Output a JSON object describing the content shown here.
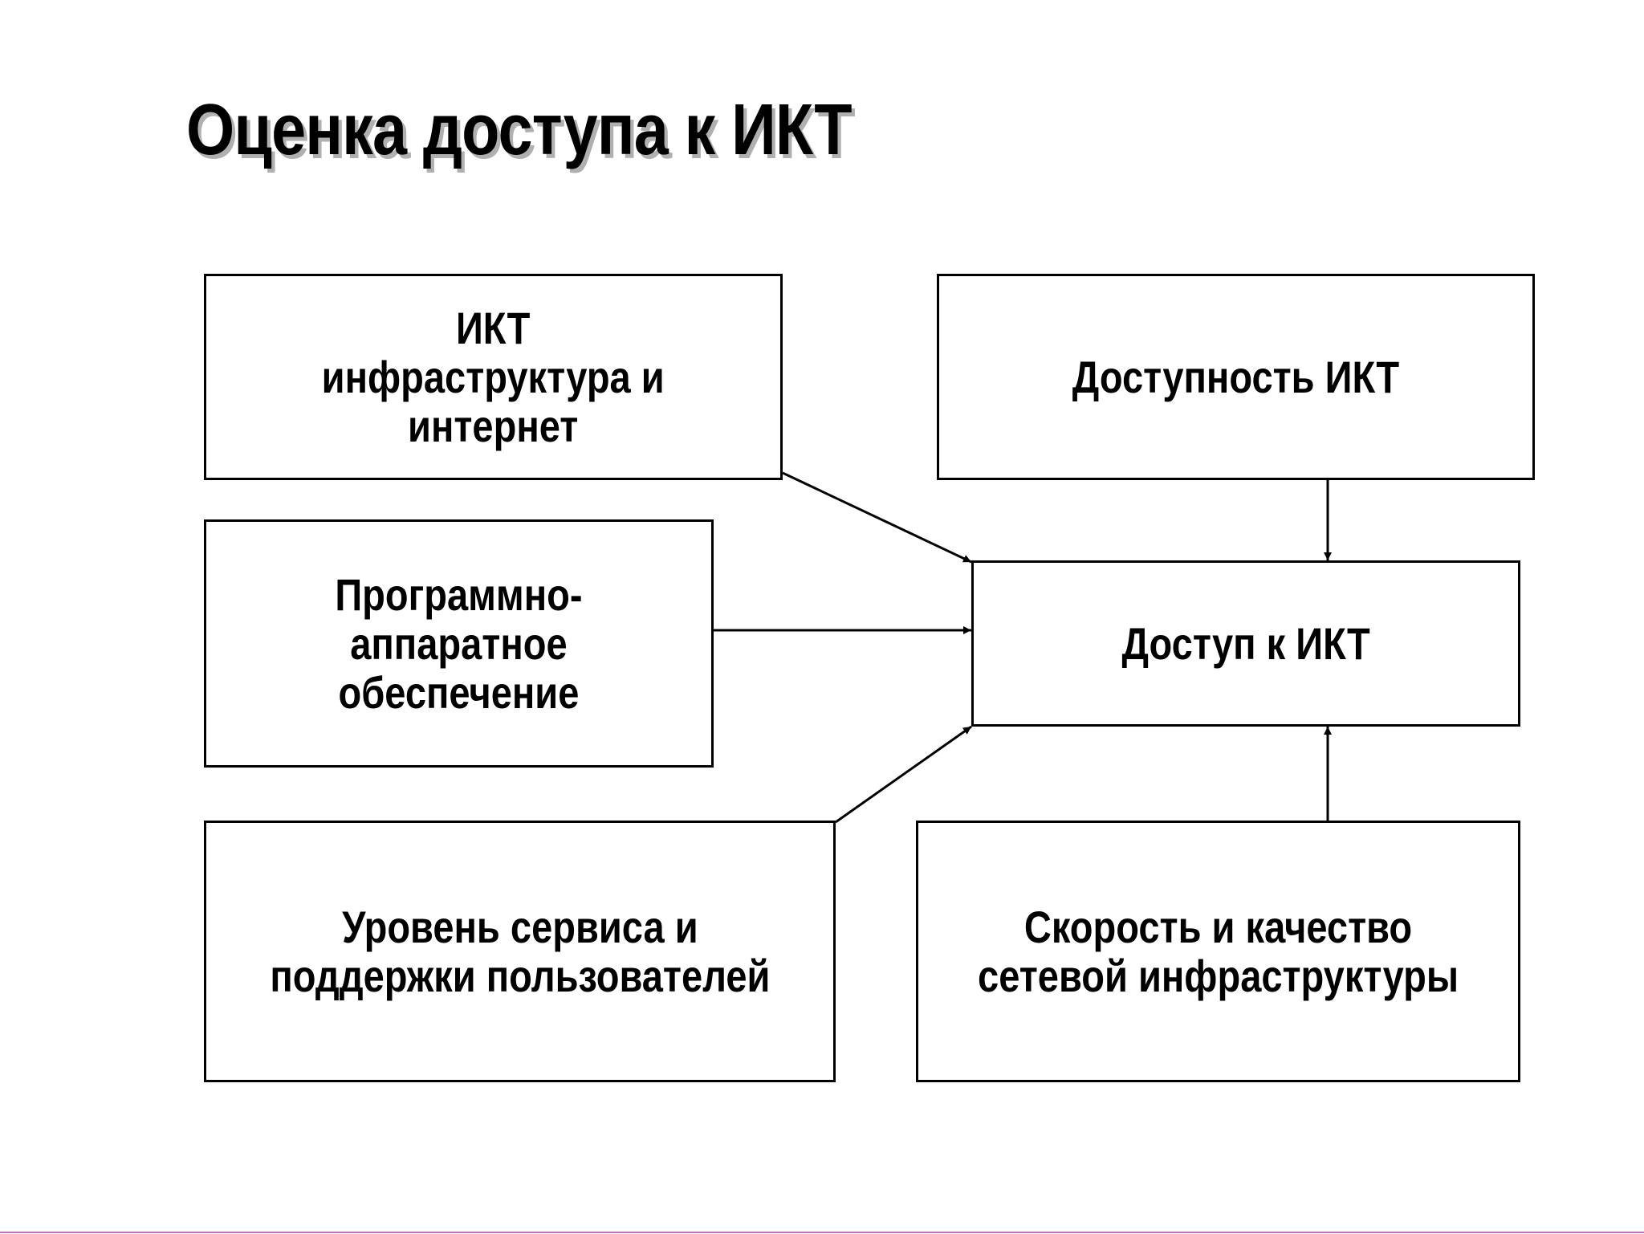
{
  "title": "Оценка доступа к ИКТ",
  "nodes": {
    "infrastructure": "ИКТ\nинфраструктура и\nинтернет",
    "affordability": "Доступность ИКТ",
    "hardware_software": "Программно-\nаппаратное\nобеспечение",
    "access": "Доступ к ИКТ",
    "service_level": "Уровень сервиса и\nподдержки пользователей",
    "network_speed": "Скорость и качество\nсетевой инфраструктуры"
  },
  "edges": [
    {
      "from": "infrastructure",
      "to": "access"
    },
    {
      "from": "affordability",
      "to": "access"
    },
    {
      "from": "hardware_software",
      "to": "access"
    },
    {
      "from": "service_level",
      "to": "access"
    },
    {
      "from": "network_speed",
      "to": "access"
    }
  ],
  "colors": {
    "line": "#000000",
    "title_shadow": "#b0b0b0",
    "bottom_rule": "#cc66cc"
  }
}
